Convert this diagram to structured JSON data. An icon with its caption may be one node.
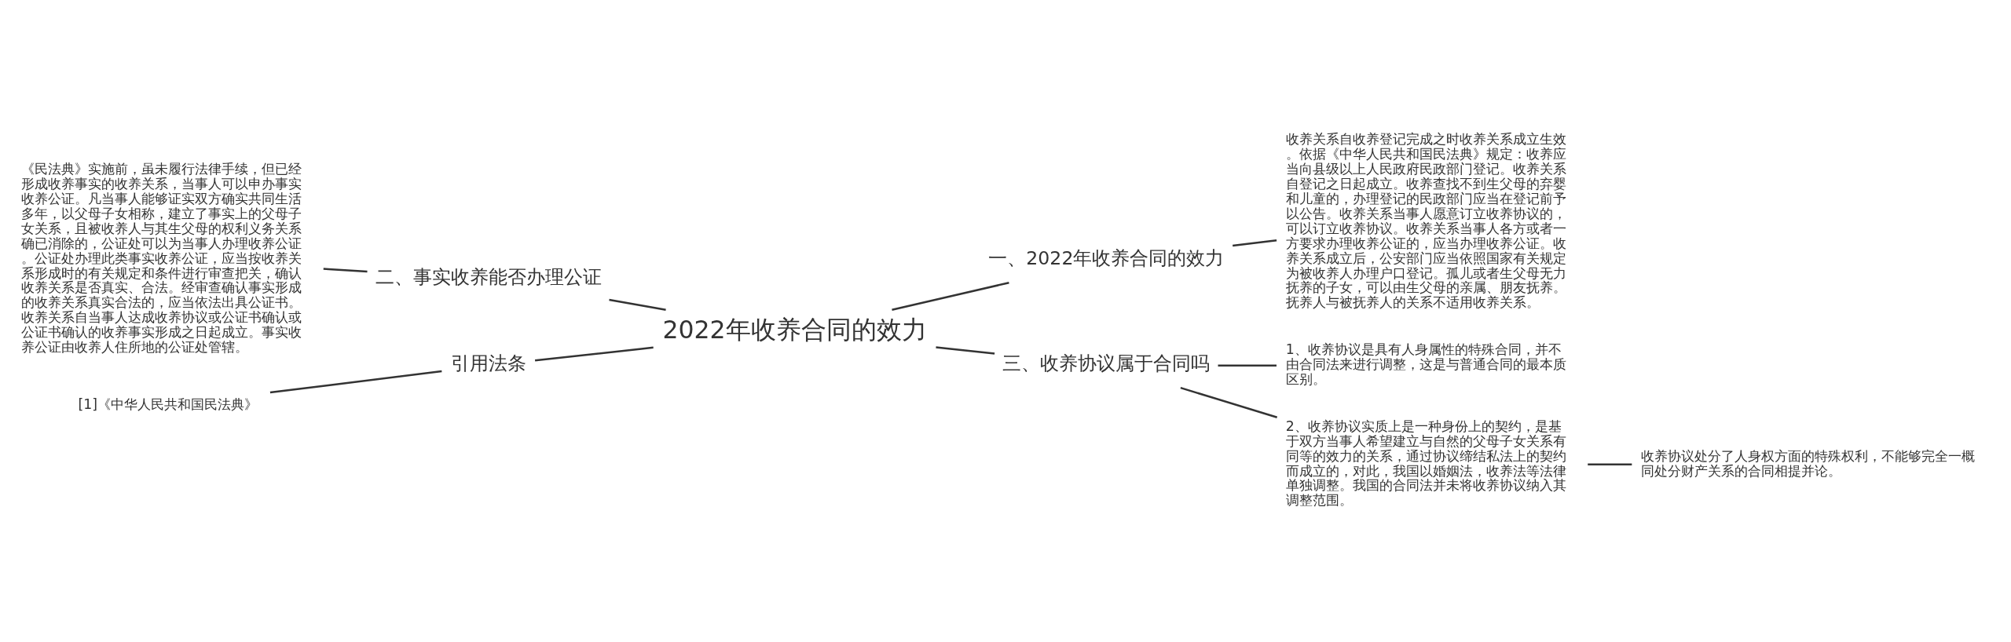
{
  "diagram": {
    "nodes": [
      {
        "text": [
          "2022年收养合同的效力"
        ]
      },
      {
        "text": [
          "一、2022年收养合同的效力"
        ]
      },
      {
        "text": [
          "收养关系自收养登记完成之时收养关系成立生效。依据《中华人民共和国民法典》规定：收养应当向县级以上人民政府民政部门登记。收养关系自登记之日起成立。收养查找不到生父母的弃婴和儿童的，办理登记的民政部门应当在登记前予以公告。收养关系当事人愿意订立收养协议的，可以订立收养协议。收养关系当事人各方或者一方要求办理收养公证的，应当办理收养公证。收养关系成立后，公安部门应当依照国家有关规定为被收养人办理户口登记。孤儿或者生父母无力抚养的子女，可以由生父母的亲属、朋友抚养。抚养人与被抚养人的关系不适用收养关系。"
        ]
      },
      {
        "text": [
          "三、收养协议属于合同吗"
        ]
      },
      {
        "text": [
          "1、收养协议是具有人身属性的特殊合同，并不由合同法来进行调整，这是与普通合同的最本质区别。"
        ]
      },
      {
        "text": [
          "2、收养协议实质上是一种身份上的契约，是基于双方当事人希望建立与自然的父母子女关系有同等的效力的关系，通过协议缔结私法上的契约而成立的，对此，我国以婚姻法，收养法等法律单独调整。我国的合同法并未将收养协议纳入其调整范围。"
        ]
      },
      {
        "text": [
          "收养协议处分了人身权方面的特殊权利，不能够完全一概同处分财产关系的合同相提并论。"
        ]
      },
      {
        "text": [
          "二、事实收养能否办理公证"
        ]
      },
      {
        "text": [
          "《民法典》实施前，虽未履行法律手续，但已经形成收养事实的收养关系，当事人可以申办事实收养公证。凡当事人能够证实双方确实共同生活多年，以父母子女相称，建立了事实上的父母子女关系，且被收养人与其生父母的权利义务关系确已消除的，公证处可以为当事人办理收养公证。公证处办理此类事实收养公证，应当按收养关系形成时的有关规定和条件进行审查把关，确认收养关系是否真实、合法。经审查确认事实形成的收养关系真实合法的，应当依法出具公证书。收养关系自当事人达成收养协议或公证书确认或公证书确认的收养事实形成之日起成立。事实收养公证由收养人住所地的公证处管辖。"
        ]
      },
      {
        "text": [
          "引用法条"
        ]
      },
      {
        "text": [
          "[1]《中华人民共和国民法典》"
        ]
      }
    ],
    "edges": [
      {
        "from": 0,
        "to": 1,
        "arrow": "none"
      },
      {
        "from": 1,
        "to": 2,
        "arrow": "none"
      },
      {
        "from": 0,
        "to": 3,
        "arrow": "none"
      },
      {
        "from": 3,
        "to": 4,
        "arrow": "none"
      },
      {
        "from": 3,
        "to": 5,
        "arrow": "none"
      },
      {
        "from": 5,
        "to": 6,
        "arrow": "none"
      },
      {
        "from": 0,
        "to": 7,
        "arrow": "none"
      },
      {
        "from": 7,
        "to": 8,
        "arrow": "none"
      },
      {
        "from": 0,
        "to": 9,
        "arrow": "none"
      },
      {
        "from": 9,
        "to": 10,
        "arrow": "none"
      }
    ]
  }
}
